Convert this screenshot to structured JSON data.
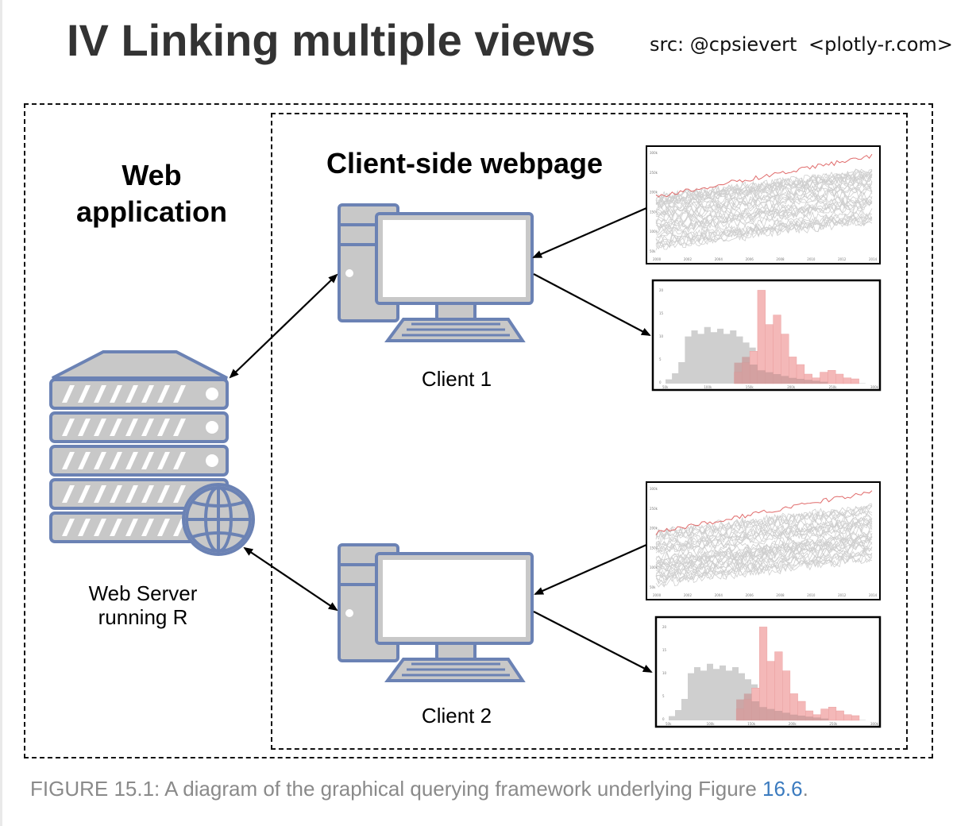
{
  "header": {
    "title": "IV Linking multiple views",
    "source": "src: @cpsievert",
    "url": "<plotly-r.com>"
  },
  "diagram": {
    "web_application_line1": "Web",
    "web_application_line2": "application",
    "client_side_title": "Client-side webpage",
    "server_label_line1": "Web Server",
    "server_label_line2": "running R",
    "client1_label": "Client 1",
    "client2_label": "Client 2"
  },
  "thumbnails": {
    "line_x_ticks": [
      "2000",
      "2002",
      "2004",
      "2006",
      "2008",
      "2010",
      "2012",
      "2014"
    ],
    "line_y_ticks_top": [
      "300k",
      "250k",
      "200k",
      "150k",
      "100k",
      "50k"
    ],
    "line_y_ticks_bottom": [
      "300k",
      "250k",
      "200k",
      "150k",
      "100k",
      "50k"
    ],
    "hist_x_ticks": [
      "50k",
      "100k",
      "150k",
      "200k",
      "250k",
      "300k"
    ],
    "hist_y_ticks": [
      "20",
      "15",
      "10",
      "5",
      "0"
    ]
  },
  "caption": {
    "text": "FIGURE 15.1: A diagram of the graphical querying framework underlying Figure ",
    "ref": "16.6",
    "end": "."
  },
  "colors": {
    "device_fill": "#c8c8c8",
    "device_stroke": "#6b82b4",
    "highlight": "#e06a6a",
    "highlight_fill": "#f4b8b8",
    "grey_series": "#cfcfcf"
  }
}
